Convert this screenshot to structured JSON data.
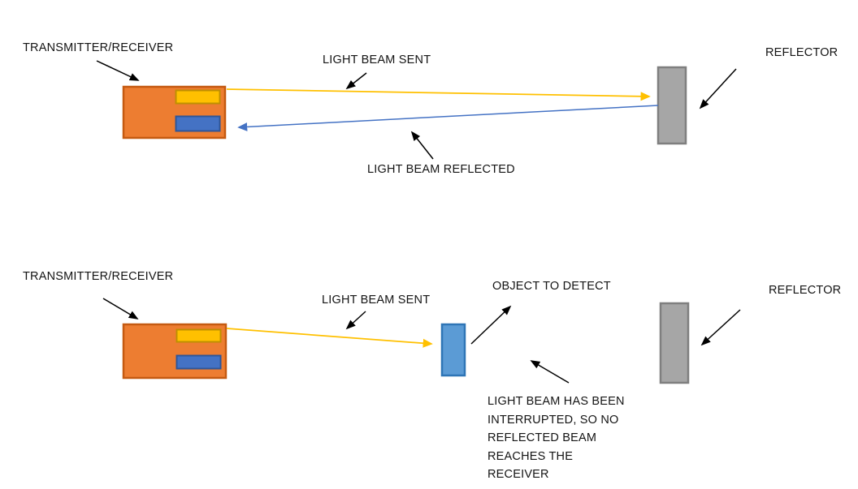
{
  "colors": {
    "background": "#FFFFFF",
    "device_fill": "#ED7D31",
    "device_border": "#C55A11",
    "emitter_fill": "#FFC000",
    "emitter_border": "#BF8F00",
    "receiver_fill": "#4472C4",
    "receiver_border": "#2F5597",
    "reflector_fill": "#A6A6A6",
    "reflector_border": "#7F7F7F",
    "object_fill": "#5B9BD5",
    "object_border": "#2E75B6",
    "beam_sent": "#FFC000",
    "beam_reflected": "#4472C4",
    "annotation": "#000000"
  },
  "top_scene": {
    "transmitter_label": "TRANSMITTER/RECEIVER",
    "beam_sent_label": "LIGHT BEAM SENT",
    "beam_reflected_label": "LIGHT BEAM REFLECTED",
    "reflector_label": "REFLECTOR"
  },
  "bottom_scene": {
    "transmitter_label": "TRANSMITTER/RECEIVER",
    "beam_sent_label": "LIGHT BEAM SENT",
    "object_label": "OBJECT TO DETECT",
    "reflector_label": "REFLECTOR",
    "interrupted_lines": {
      "0": "LIGHT BEAM HAS BEEN",
      "1": "INTERRUPTED, SO NO",
      "2": "REFLECTED BEAM",
      "3": "REACHES THE",
      "4": "RECEIVER"
    }
  }
}
